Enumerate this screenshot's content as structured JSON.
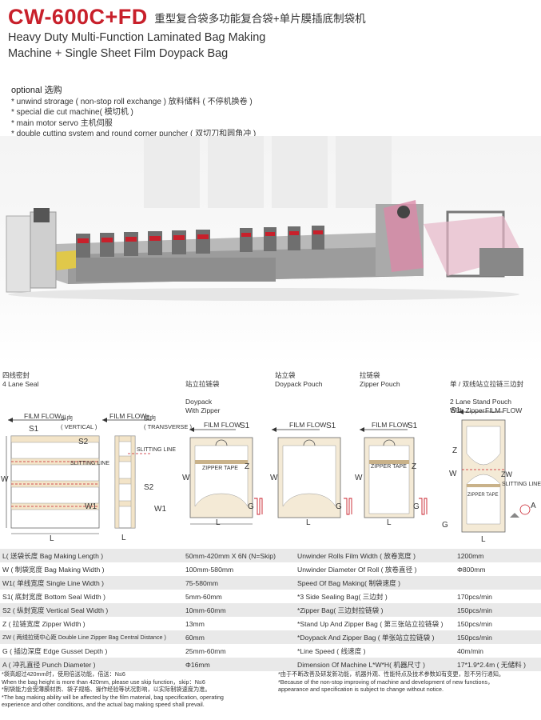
{
  "header": {
    "model": "CW-600C+FD",
    "title_cn": "重型复合袋多功能复合袋+单片膜插底制袋机",
    "title_en_1": "Heavy Duty Multi-Function Laminated Bag Making",
    "title_en_2": "Machine + Single Sheet Film Doypack Bag"
  },
  "optional": {
    "title": "optional 选购",
    "items": [
      "* unwind strorage ( non-stop roll exchange ) 放料储料 ( 不停机换卷 )",
      "* special die cut machine( 模切机 )",
      "* main motor servo 主机伺服",
      "* double cutting system and round corner puncher ( 双切刀和圆角冲 )"
    ]
  },
  "bag_types": [
    {
      "cn": "四线密封",
      "en": "4 Lane Seal"
    },
    {
      "cn": "站立拉链袋",
      "en": "Doypack\nWith Zipper"
    },
    {
      "cn": "站立袋",
      "en": "Doypack Pouch"
    },
    {
      "cn": "拉链袋",
      "en": "Zipper Pouch"
    },
    {
      "cn": "单 / 双线站立拉链三边封",
      "en": "2 Lane Stand Pouch\nWith Zipper"
    }
  ],
  "diagram_labels": {
    "film_flow": "FILM FLOW",
    "vertical": "纵向\n( VERTICAL )",
    "transverse": "横向\n( TRANSVERSE )",
    "slitting_line": "SLITTING LINE",
    "slitting_line_2": "SLITTING LINE",
    "zipper_tape": "ZIPPER TAPE",
    "zipper_tape_small": "ZIPPER TAPE",
    "s1": "S1",
    "s2": "S2",
    "w": "W",
    "w1": "W1",
    "l": "L",
    "z": "Z",
    "g": "G",
    "zw": "ZW",
    "a": "A"
  },
  "specs": [
    [
      "L( 送袋长度 Bag Making Length )",
      "50mm-420mm X 6N (N=Skip)",
      "Unwinder Rolls Film Width ( 放卷宽度 )",
      "1200mm"
    ],
    [
      "W ( 制袋宽度 Bag Making Width )",
      "100mm-580mm",
      "Unwinder Diameter Of Roll ( 放卷直径 )",
      "Φ800mm"
    ],
    [
      "W1( 单线宽度 Single Line Width )",
      "75-580mm",
      "Speed Of Bag Making( 制袋速度 )",
      ""
    ],
    [
      "S1( 底封宽度 Bottom Seal Width )",
      "5mm-60mm",
      "*3 Side Sealing Bag( 三边封 )",
      "170pcs/min"
    ],
    [
      "S2 ( 纵封宽度 Vertical Seal Width )",
      "10mm-60mm",
      "*Zipper Bag( 三边封拉链袋 )",
      "150pcs/min"
    ],
    [
      "Z ( 拉链宽度 Zipper Width )",
      "13mm",
      "*Stand Up And Zipper Bag ( 第三张站立拉链袋 )",
      "150pcs/min"
    ],
    [
      "ZW ( 两线拉链中心距 Double Line Zipper Bag Central Distance )",
      "60mm",
      "*Doypack And Zipper Bag ( 单张站立拉链袋 )",
      "150pcs/min"
    ],
    [
      "G ( 插边深度 Edge Gusset Depth )",
      "25mm-60mm",
      "*Line Speed ( 线速度 )",
      "40m/min"
    ],
    [
      "A ( 冲孔直径 Punch Diameter )",
      "Φ16mm",
      "Dimension Of Machine L*W*H( 机器尺寸 )",
      "17*1.9*2.4m ( 无储料 )"
    ]
  ],
  "notes_left": [
    "*袋高超过420mm时，使用倍送功能，倍送：N≤6",
    "When the bag height is more than 420mm, please use skip function，skip：N≤6",
    "*制袋能力会受薄膜材质、袋子规格、操作经验等状况影响，以实际制袋速度为准。",
    "*The bag making ability will be affected by the film material, bag specification, operating",
    "experience and other conditions, and the actual bag making speed shall prevail."
  ],
  "notes_right": [
    "*由于不断改善及研发新功能，机器外观、性能特点及技术参数如有变更，恕不另行通知。",
    "*Because of the non-stop improving of machine and development of new functions，",
    "appearance and specification is subject to change without notice."
  ],
  "colors": {
    "brand_red": "#c8202b",
    "machine_gray": "#9a9a9a",
    "table_shade": "#e9e9e9"
  }
}
